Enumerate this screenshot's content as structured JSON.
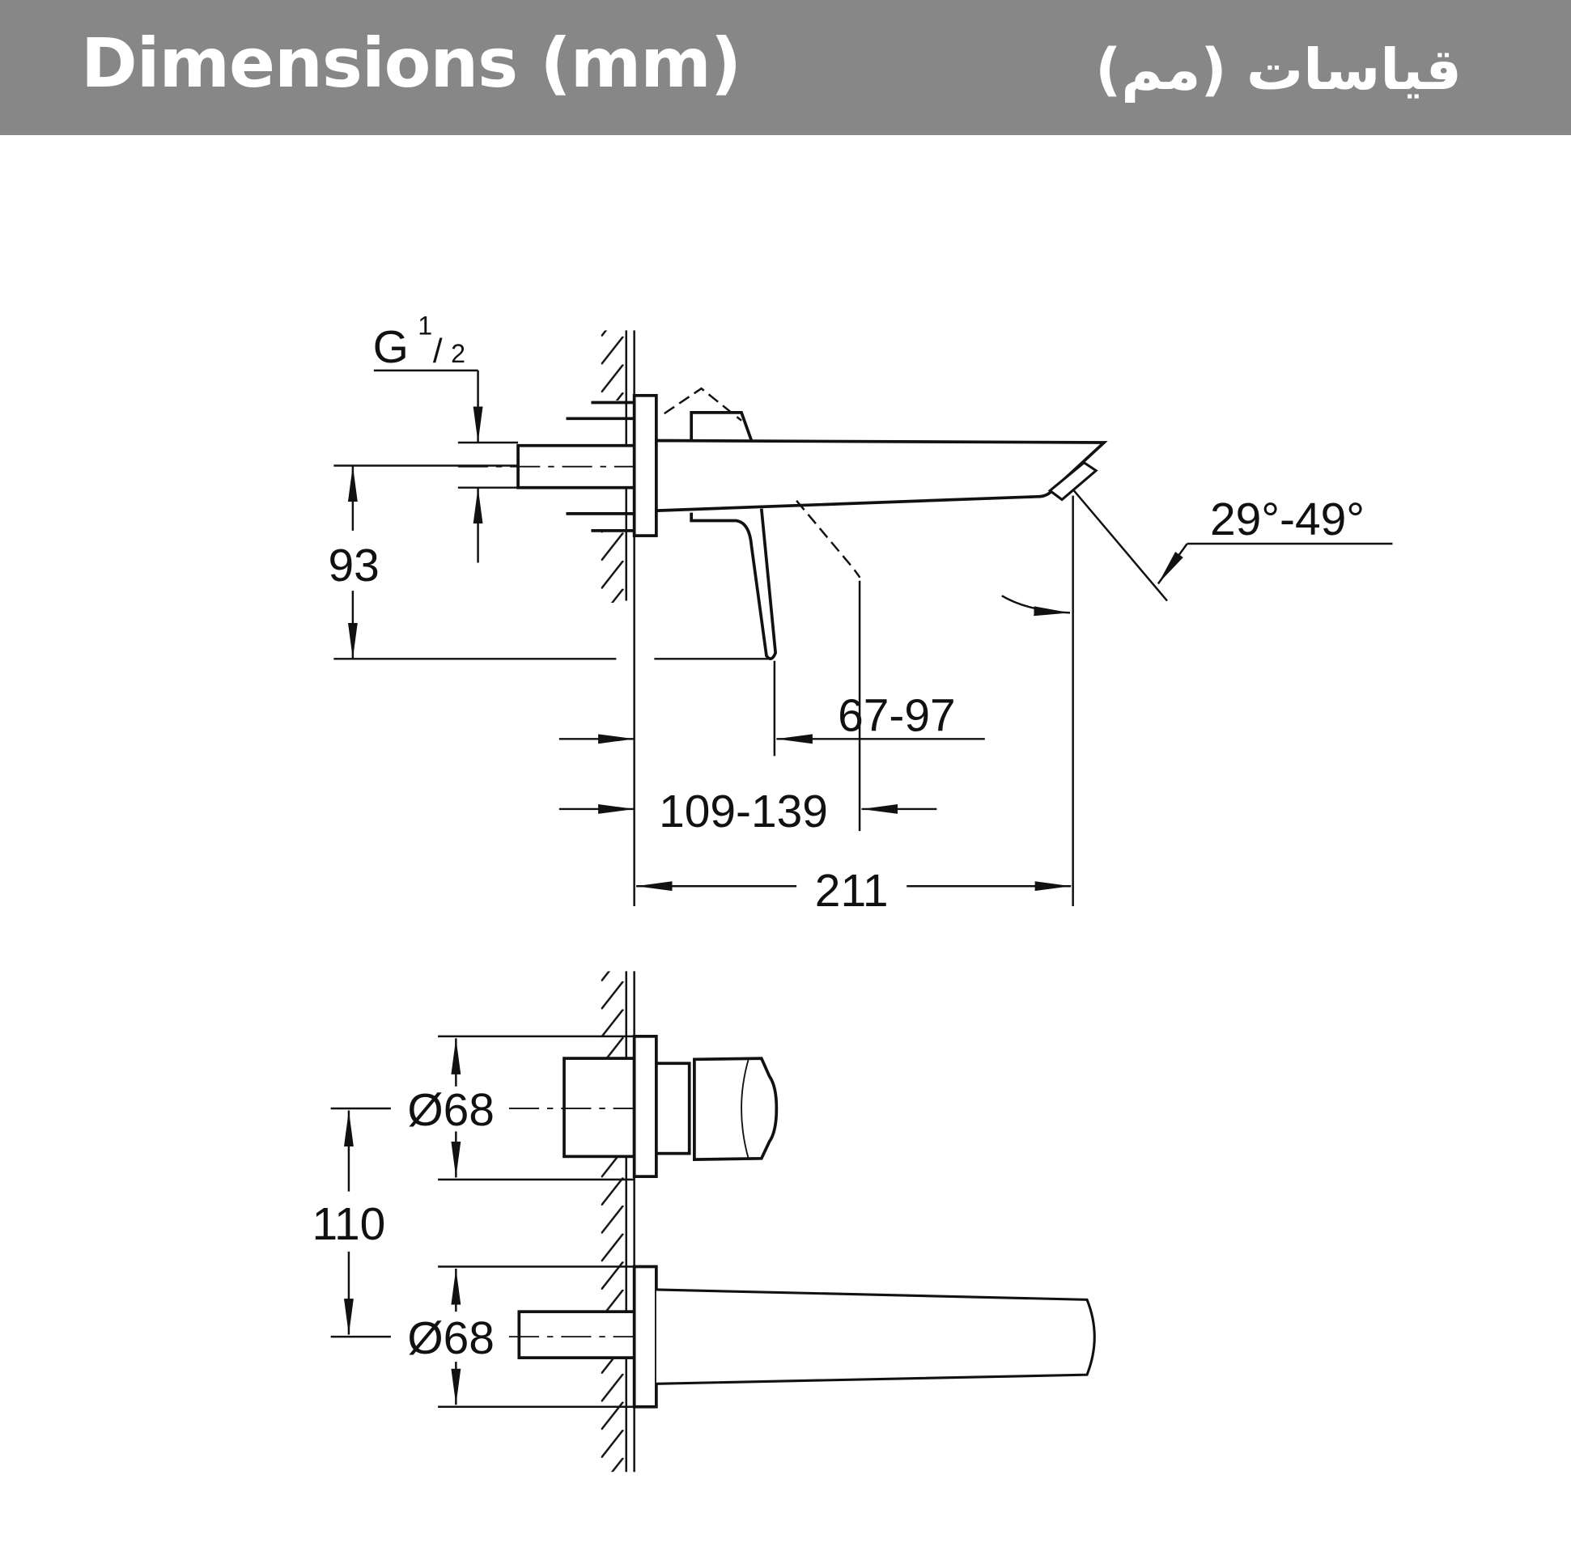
{
  "header": {
    "title_en": "Dimensions (mm)",
    "title_ar": "قياسات (مم)",
    "background_color": "#878787"
  },
  "side_view": {
    "thread_label": "G",
    "thread_num": "1",
    "thread_den": "2",
    "height_label": "93",
    "lever_reach_label": "67-97",
    "wall_range_label": "109-139",
    "projection_label": "211",
    "angle_label": "29°-49°"
  },
  "top_view": {
    "upper_diameter_label": "Ø68",
    "centers_label": "110",
    "lower_diameter_label": "Ø68"
  }
}
